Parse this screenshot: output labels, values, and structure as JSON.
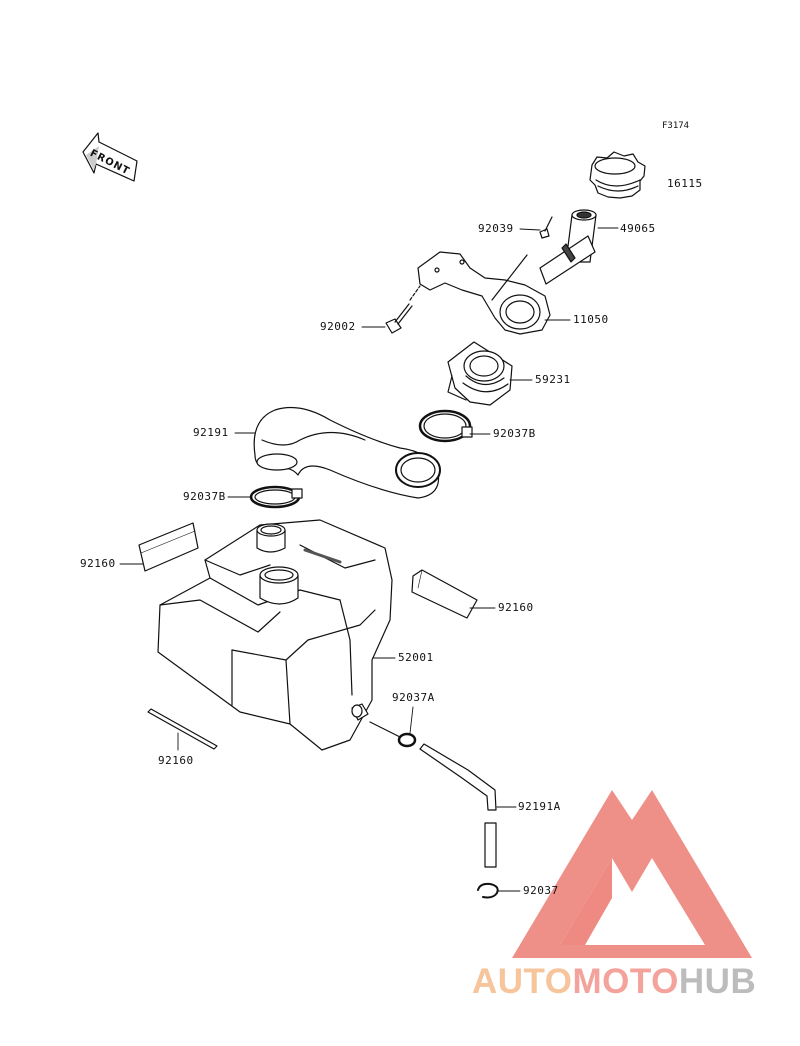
{
  "figure_code": "F3174",
  "front_label": "FRONT",
  "watermark": {
    "part1": "AUTO",
    "part2": "MOTO",
    "part3": "HUB",
    "colors": {
      "auto": "#f7c59b",
      "moto": "#f3a39b",
      "hub": "#bcbcbc",
      "triangle": "#ee8a82"
    }
  },
  "parts": {
    "p16115": "16115",
    "p92039": "92039",
    "p49065": "49065",
    "p92002": "92002",
    "p11050": "11050",
    "p59231": "59231",
    "p92191": "92191",
    "p92037B_top": "92037B",
    "p92037B_mid": "92037B",
    "p92160_left": "92160",
    "p92160_right": "92160",
    "p52001": "52001",
    "p92037A": "92037A",
    "p92160_bottom": "92160",
    "p92191A": "92191A",
    "p92037": "92037"
  }
}
